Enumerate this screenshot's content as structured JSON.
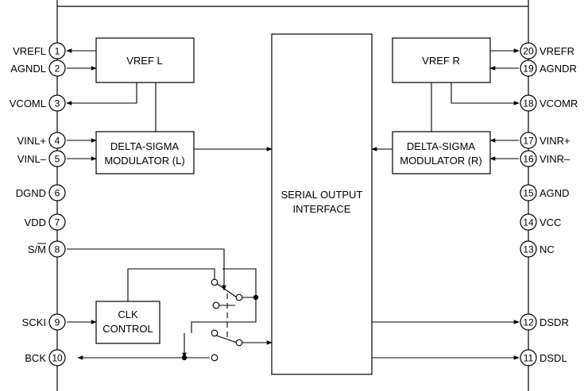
{
  "pins_left": [
    {
      "num": "1",
      "name": "VREFL"
    },
    {
      "num": "2",
      "name": "AGNDL"
    },
    {
      "num": "3",
      "name": "VCOML"
    },
    {
      "num": "4",
      "name": "VINL+"
    },
    {
      "num": "5",
      "name": "VINL–"
    },
    {
      "num": "6",
      "name": "DGND"
    },
    {
      "num": "7",
      "name": "VDD"
    },
    {
      "num": "8",
      "name": "S/M",
      "overline_part": "M"
    },
    {
      "num": "9",
      "name": "SCKI"
    },
    {
      "num": "10",
      "name": "BCK"
    }
  ],
  "pins_right": [
    {
      "num": "20",
      "name": "VREFR"
    },
    {
      "num": "19",
      "name": "AGNDR"
    },
    {
      "num": "18",
      "name": "VCOMR"
    },
    {
      "num": "17",
      "name": "VINR+"
    },
    {
      "num": "16",
      "name": "VINR–"
    },
    {
      "num": "15",
      "name": "AGND"
    },
    {
      "num": "14",
      "name": "VCC"
    },
    {
      "num": "13",
      "name": "NC"
    },
    {
      "num": "12",
      "name": "DSDR"
    },
    {
      "num": "11",
      "name": "DSDL"
    }
  ],
  "blocks": {
    "vref_l": "VREF L",
    "vref_r": "VREF R",
    "dsm_l": [
      "DELTA-SIGMA",
      "MODULATOR (L)"
    ],
    "dsm_r": [
      "DELTA-SIGMA",
      "MODULATOR (R)"
    ],
    "serial": [
      "SERIAL OUTPUT",
      "INTERFACE"
    ],
    "clk": [
      "CLK",
      "CONTROL"
    ]
  }
}
